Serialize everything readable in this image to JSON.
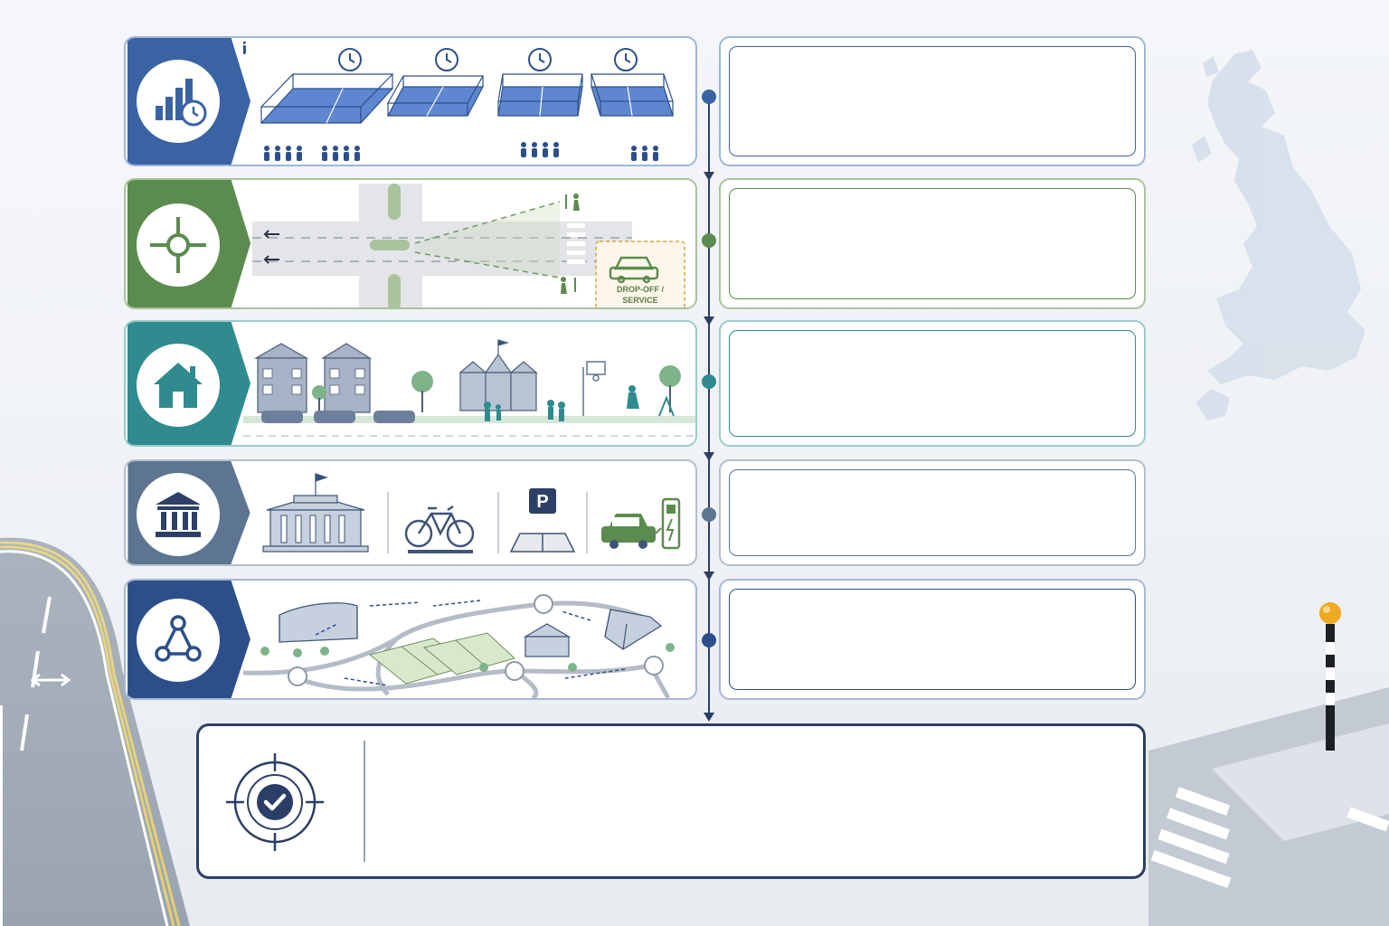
{
  "sections": [
    {
      "id": "scheduling",
      "icon": "chart-clock-icon",
      "accent": "#3a63a3",
      "scene": "timed-courts-scene"
    },
    {
      "id": "junction",
      "icon": "roundabout-icon",
      "accent": "#5c8b4f",
      "scene": "junction-dropoff-scene",
      "dropoff_label_line1": "DROP-OFF /",
      "dropoff_label_line2": "SERVICE"
    },
    {
      "id": "residential",
      "icon": "house-icon",
      "accent": "#2f8b8e",
      "scene": "neighbourhood-scene"
    },
    {
      "id": "facilities",
      "icon": "civic-building-icon",
      "accent": "#5d7590",
      "scene": "facilities-scene",
      "parking_glyph": "P"
    },
    {
      "id": "network",
      "icon": "network-nodes-icon",
      "accent": "#2c4f8a",
      "scene": "site-network-map-scene"
    }
  ],
  "summary": {
    "icon": "target-check-icon",
    "accent": "#2b3f66"
  },
  "background": {
    "map": "uk-map-silhouette",
    "road": "curved-road",
    "crossing": "pedestrian-crossing-with-beacon"
  }
}
